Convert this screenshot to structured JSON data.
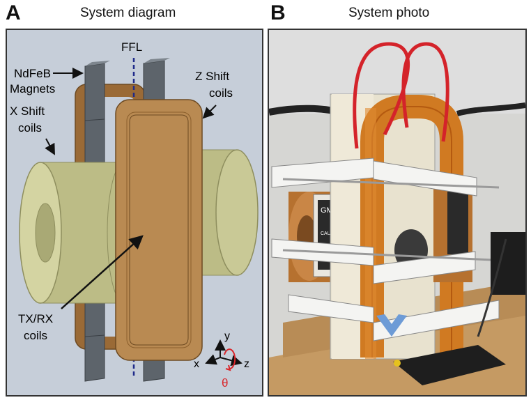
{
  "panel_a": {
    "letter": "A",
    "title": "System diagram",
    "labels": {
      "ffl": "FFL",
      "magnets_line1": "NdFeB",
      "magnets_line2": "Magnets",
      "zshift_line1": "Z Shift",
      "zshift_line2": "coils",
      "xshift_line1": "X Shift",
      "xshift_line2": "coils",
      "txrx_line1": "TX/RX",
      "txrx_line2": "coils"
    },
    "axes": {
      "x": "x",
      "y": "y",
      "z": "z",
      "theta": "θ"
    }
  },
  "panel_b": {
    "letter": "B",
    "title": "System photo",
    "label_text": {
      "brand": "GMW",
      "caution": "CAUTION"
    }
  },
  "colors": {
    "diagram_bg": "#c6ced9",
    "magnet": "#5d646b",
    "coil_copper": "#a8773f",
    "x_coil": "#cfcf9a",
    "txrx": "#8fe08f",
    "ffl_line": "#1f2a8a",
    "theta": "#d9262b"
  }
}
